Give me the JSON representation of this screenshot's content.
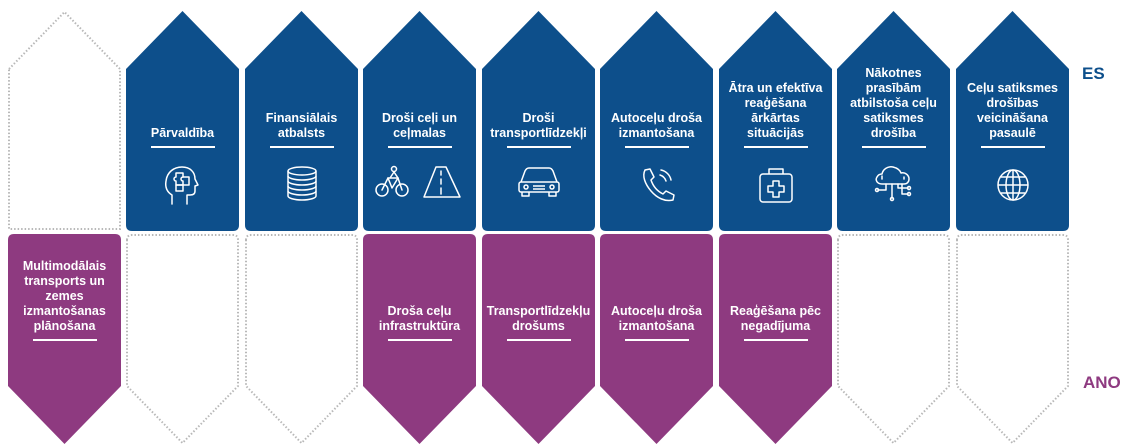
{
  "colors": {
    "eu_blue": "#0d4f8b",
    "un_purple": "#8e3a80",
    "placeholder_border": "#b8b8b8"
  },
  "side_labels": {
    "top": "ES",
    "bottom": "ANO"
  },
  "top_row": [
    {
      "label": "",
      "filled": false,
      "icon": ""
    },
    {
      "label": "Pārvaldība",
      "filled": true,
      "icon": "head-puzzle-icon"
    },
    {
      "label": "Finansiālais atbalsts",
      "filled": true,
      "icon": "coins-icon"
    },
    {
      "label": "Droši ceļi un ceļmalas",
      "filled": true,
      "icon": "cyclist-road-icon"
    },
    {
      "label": "Droši transportlīdzekļi",
      "filled": true,
      "icon": "car-icon"
    },
    {
      "label": "Autoceļu droša izmantošana",
      "filled": true,
      "icon": "phone-icon"
    },
    {
      "label": "Ātra un efektīva reaģēšana ārkārtas situācijās",
      "filled": true,
      "icon": "first-aid-kit-icon"
    },
    {
      "label": "Nākotnes prasībām atbilstoša ceļu satiksmes drošība",
      "filled": true,
      "icon": "cloud-network-icon"
    },
    {
      "label": "Ceļu satiksmes drošības veicināšana pasaulē",
      "filled": true,
      "icon": "globe-icon"
    }
  ],
  "bottom_row": [
    {
      "label": "Multimodālais transports un zemes izmantošanas plānošana",
      "filled": true
    },
    {
      "label": "",
      "filled": false
    },
    {
      "label": "",
      "filled": false
    },
    {
      "label": "Droša ceļu infrastruktūra",
      "filled": true
    },
    {
      "label": "Transportlīdzekļu drošums",
      "filled": true
    },
    {
      "label": "Autoceļu droša izmantošana",
      "filled": true
    },
    {
      "label": "Reaģēšana pēc negadījuma",
      "filled": true
    },
    {
      "label": "",
      "filled": false
    },
    {
      "label": "",
      "filled": false
    }
  ]
}
